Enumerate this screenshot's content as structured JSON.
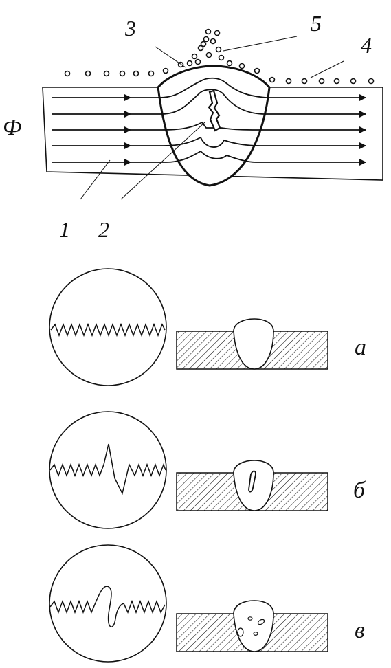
{
  "labels": {
    "flux": "Ф",
    "n1": "1",
    "n2": "2",
    "n3": "3",
    "n4": "4",
    "n5": "5",
    "case_a": "а",
    "case_b": "б",
    "case_c": "в"
  },
  "colors": {
    "ink": "#111111",
    "background": "#ffffff"
  }
}
